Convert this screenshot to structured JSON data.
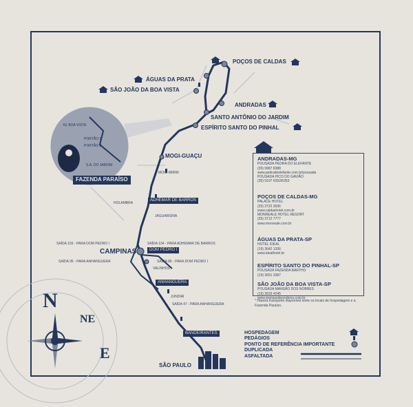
{
  "cities": {
    "pocos": "POÇOS DE CALDAS",
    "aguas": "ÁGUAS DA PRATA",
    "sjbv": "SÃO JOÃO DA BOA VISTA",
    "andradas": "ANDRADAS",
    "santo_antonio": "SANTO ANTÔNIO DO JARDIM",
    "espirito": "ESPÍRITO SANTO DO PINHAL",
    "mogi_guacu": "MOGI-GUAÇU",
    "mogi_mirim": "MOGI-MIRIM",
    "holambra": "HOLAMBRA",
    "jaguariuna": "JAGUARIÚNA",
    "campinas": "CAMPINAS",
    "valinhos": "VALINHOS",
    "jundiai": "JUNDIAÍ",
    "sao_paulo": "SÃO PAULO"
  },
  "roads": {
    "adhemar": "ADHEMAR DE BARROS",
    "dom_pedro": "DOM PEDRO I",
    "anhanguera": "ANHANGUERA",
    "bandeirantes": "BANDEIRANTES"
  },
  "exits": {
    "s103": "SAÍDA 103 - PARA DOM PEDRO I",
    "s134": "SAÍDA 134 - PARA ADHEMAR DE BARROS",
    "s95": "SAÍDA 95 - PARA ANHANGUERA",
    "s86": "SAÍDA 86 - PARA DOM PEDRO I",
    "s47": "SAÍDA 47 - PARA ANHANGUERA"
  },
  "inset": {
    "title": "FAZENDA PARAÍSO",
    "boa_vista": "KL BOA VISTA",
    "portao1": "PORTÃO 1",
    "portao2": "PORTÃO 2",
    "jardim": "S.A. DO JARDIM"
  },
  "hotels": [
    {
      "city": "ANDRADAS-MG",
      "lines": [
        "POUSADA PEDRA DO ELEFANTE",
        "(35) 9987 8388",
        "www.pedradoelefante.com.br/pousada",
        "POUSADA PICO DO GAVIÃO",
        "(35) 9107 6352/6353"
      ]
    },
    {
      "city": "POÇOS DE CALDAS-MG",
      "lines": [
        "PALACE HOTEL",
        "(35) 3722 3636",
        "www.caldashotel.com.br",
        "MONREALE HOTEL RESORT",
        "(35) 3712 7777",
        "www.monreale.com.br"
      ]
    },
    {
      "city": "ÁGUAS DA PRATA-SP",
      "lines": [
        "HOTEL IDEAL",
        "(19) 3642 1206",
        "www.idealhotel.br"
      ]
    },
    {
      "city": "ESPÍRITO SANTO DO PINHAL-SP",
      "lines": [
        "POUSADA FAZENDA BARTHO",
        "(19) 3651 3387"
      ]
    },
    {
      "city": "SÃO JOÃO DA BOA VISTA-SP",
      "lines": [
        "POUSADA MANSÃO DOS NOBRES",
        "(19) 3633 4245",
        "www.mansaodosnobres.com.br"
      ]
    }
  ],
  "note": "* Haverá transporte disponível entre os locais de hospedagem e a Fazenda Paraíso.",
  "legend": {
    "hospedagem": "HOSPEDAGEM",
    "pedagios": "PEDÁGIOS",
    "referencia": "PONTO DE REFERÊNCIA IMPORTANTE",
    "duplicada": "DUPLICADA",
    "asfaltada": "ASFALTADA"
  },
  "compass": {
    "n": "N",
    "ne": "NE",
    "e": "E"
  },
  "colors": {
    "navy": "#23365c",
    "paper": "#e6e4dd",
    "thin": "#b8bcc3"
  }
}
